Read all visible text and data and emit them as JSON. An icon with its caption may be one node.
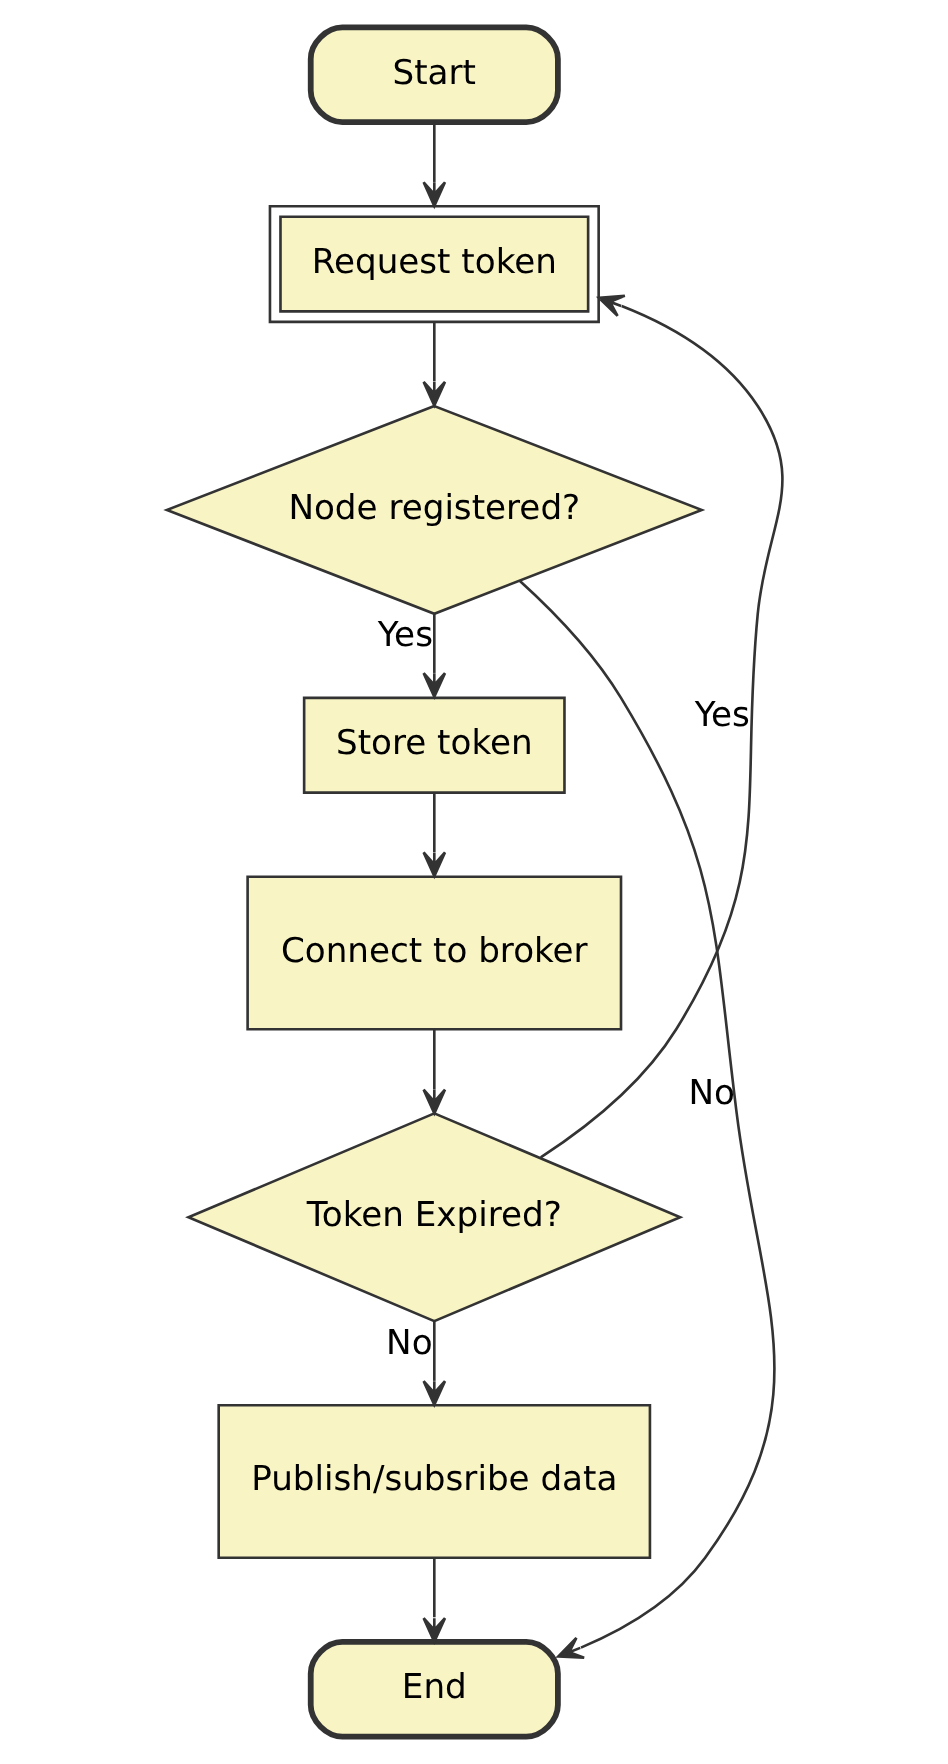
{
  "diagram": {
    "nodes": [
      {
        "text": [
          "Start"
        ]
      },
      {
        "text": [
          "Request token"
        ]
      },
      {
        "text": [
          "Node registered?"
        ]
      },
      {
        "text": [
          "Store token"
        ]
      },
      {
        "text": [
          "Connect to broker"
        ]
      },
      {
        "text": [
          "Token Expired?"
        ]
      },
      {
        "text": [
          "Publish/subsribe data"
        ]
      },
      {
        "text": [
          "End"
        ]
      }
    ],
    "edges": [
      {
        "from": 0,
        "to": 1,
        "arrow": "to"
      },
      {
        "from": 1,
        "to": 2,
        "arrow": "to"
      },
      {
        "from": 2,
        "to": 3,
        "arrow": "to",
        "label": "Yes"
      },
      {
        "from": 3,
        "to": 4,
        "arrow": "to"
      },
      {
        "from": 4,
        "to": 5,
        "arrow": "to"
      },
      {
        "from": 5,
        "to": 1,
        "arrow": "to",
        "label": "Yes"
      },
      {
        "from": 5,
        "to": 6,
        "arrow": "to",
        "label": "No"
      },
      {
        "from": 6,
        "to": 7,
        "arrow": "to"
      },
      {
        "from": 2,
        "to": 7,
        "arrow": "to",
        "label": "No"
      }
    ]
  }
}
